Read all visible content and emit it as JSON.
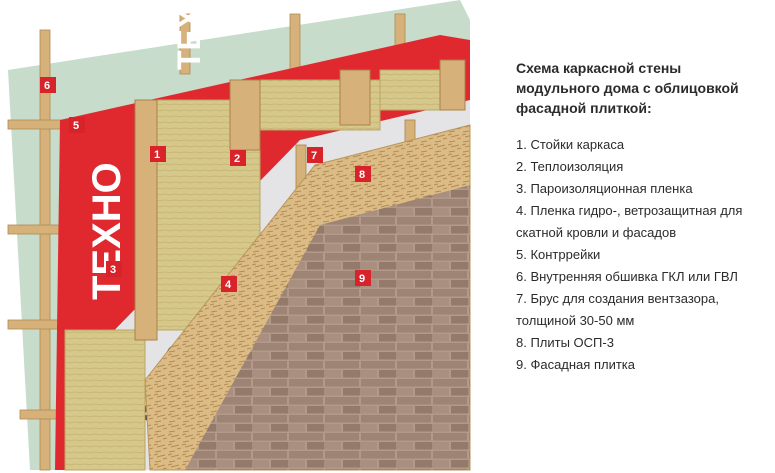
{
  "title": "Схема каркасной стены модульного дома с облицовкой фасадной плиткой:",
  "legend_items": [
    "1. Стойки каркаса",
    "2. Теплоизоляция",
    "3. Пароизоляционная пленка",
    "4. Пленка гидро-, ветрозащитная для скатной кровли и фасадов",
    "5. Контррейки",
    "6. Внутренняя обшивка ГКЛ или ГВЛ",
    "7. Брус для создания вентзазора, толщиной 30-50 мм",
    "8. Плиты ОСП-3",
    "9. Фасадная плитка"
  ],
  "markers": [
    "1",
    "2",
    "3",
    "4",
    "5",
    "6",
    "7",
    "8",
    "9"
  ],
  "brand": "ТЕХНО",
  "colors": {
    "marker_red": "#d9232b",
    "gypsum_green": "#c7dccb",
    "membrane_red": "#e0282f",
    "insulation": "#d8c98a",
    "wood": "#d6b27a",
    "vapor_grey": "#e4e4e6",
    "osb": "#d9b882",
    "brick": "#9c8575"
  }
}
